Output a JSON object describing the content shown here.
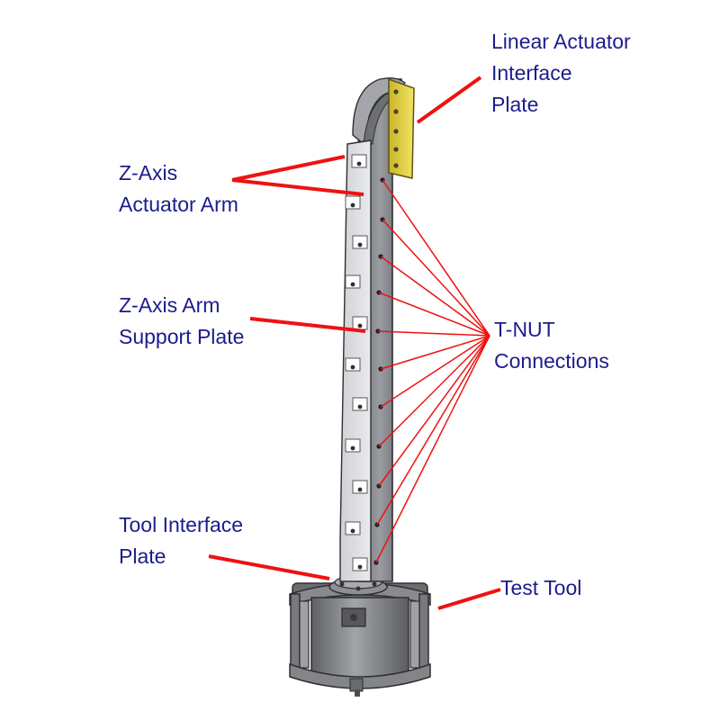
{
  "labels": {
    "linear_actuator_interface_plate": "Linear Actuator\nInterface\nPlate",
    "z_axis_actuator_arm": "Z-Axis\nActuator Arm",
    "z_axis_arm_support_plate": "Z-Axis Arm\nSupport Plate",
    "t_nut_connections": "T-NUT\nConnections",
    "tool_interface_plate": "Tool Interface\nPlate",
    "test_tool": "Test Tool"
  },
  "colors": {
    "label_text": "#1c1c8c",
    "leader_line": "#ee1111",
    "arm_plate": "#d6d8dc",
    "arm_body": "#8a8c91",
    "actuator_plate": "#e8d84a",
    "tool_body": "#7c7e83"
  }
}
